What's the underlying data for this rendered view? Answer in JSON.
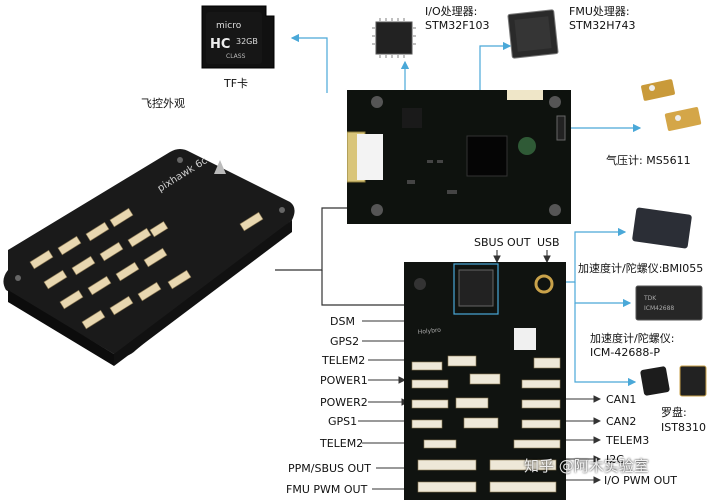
{
  "labels": {
    "tf_card": "TF卡",
    "sd_micro": "micro",
    "sd_capacity": "32GB",
    "sd_hc": "HC",
    "sd_class": "CLASS",
    "flight_ctrl_view": "飞控外观",
    "fc_brand": "pixhawk 6c",
    "io_proc": "I/O处理器:",
    "io_chip": "STM32F103",
    "fmu_proc": "FMU处理器:",
    "fmu_chip": "STM32H743",
    "baro": "气压计:  MS5611",
    "sbus_out": "SBUS OUT",
    "usb": "USB",
    "imu1_title": "加速度计/陀螺仪:",
    "imu1_chip": "BMI055",
    "imu2_title": "加速度计/陀螺仪:",
    "imu2_chip": "ICM-42688-P",
    "compass_title": "罗盘:",
    "compass_chip": "IST8310",
    "watermark": "知乎 @阿木实验室"
  },
  "ports_left": [
    "DSM",
    "GPS2",
    "TELEM2",
    "POWER1",
    "POWER2",
    "GPS1",
    "TELEM2",
    "PPM/SBUS  OUT",
    "FMU PWM OUT"
  ],
  "ports_right": [
    "CAN1",
    "CAN2",
    "TELEM3",
    "I2C",
    "I/O PWM OUT"
  ],
  "colors": {
    "arrow_blue": "#4aa8d8",
    "line_dark": "#333333",
    "board_green": "#0e120e",
    "fc_body": "#1a1a1a",
    "connector": "#e8d7b0"
  }
}
